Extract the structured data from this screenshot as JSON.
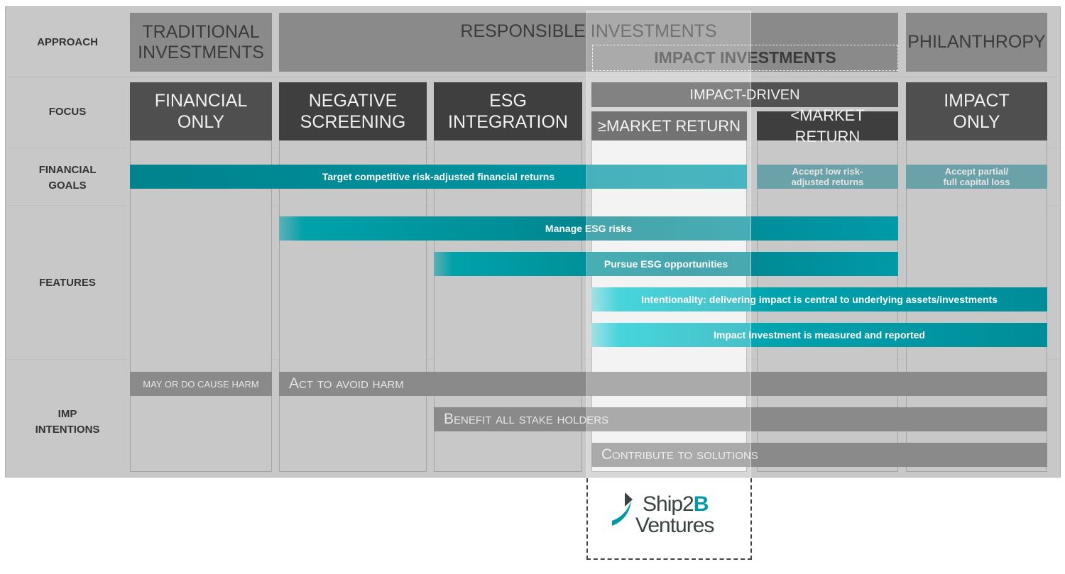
{
  "row_labels": {
    "approach": "APPROACH",
    "focus": "FOCUS",
    "financial_goals": "FINANCIAL GOALS",
    "features": "FEATURES",
    "imp_intentions": "IMP INTENTIONS"
  },
  "approach": {
    "traditional": "TRADITIONAL INVESTMENTS",
    "responsible": "RESPONSIBLE INVESTMENTS",
    "impact": "IMPACT INVESTMENTS",
    "philanthropy": "PHILANTHROPY"
  },
  "focus": {
    "financial_only": "FINANCIAL ONLY",
    "negative_screening": "NEGATIVE SCREENING",
    "esg_integration": "ESG INTEGRATION",
    "impact_driven": "IMPACT-DRIVEN",
    "market_return_ge": "≥MARKET RETURN",
    "market_return_lt": "<MARKET RETURN",
    "impact_only": "IMPACT ONLY"
  },
  "financial_goals": {
    "competitive": "Target competitive risk-adjusted financial returns",
    "low": "Accept low risk-adjusted returns",
    "loss": "Accept partial/ full capital loss"
  },
  "features": [
    "Manage ESG risks",
    "Pursue ESG opportunities",
    "Intentionality: delivering impact is central to underlying assets/investments",
    "Impact investment is measured  and reported"
  ],
  "imp_intentions": {
    "harm": "MAY OR DO CAUSE HARM",
    "avoid": "Act to avoid harm",
    "benefit": "Benefit all stake holders",
    "contribute": "Contribute to solutions"
  },
  "logo": {
    "brand": "Ship2B",
    "sub": "Ventures"
  },
  "colors": {
    "teal": "#009aa8",
    "gray_bar": "#8b8a8a",
    "dark": "#474747"
  }
}
